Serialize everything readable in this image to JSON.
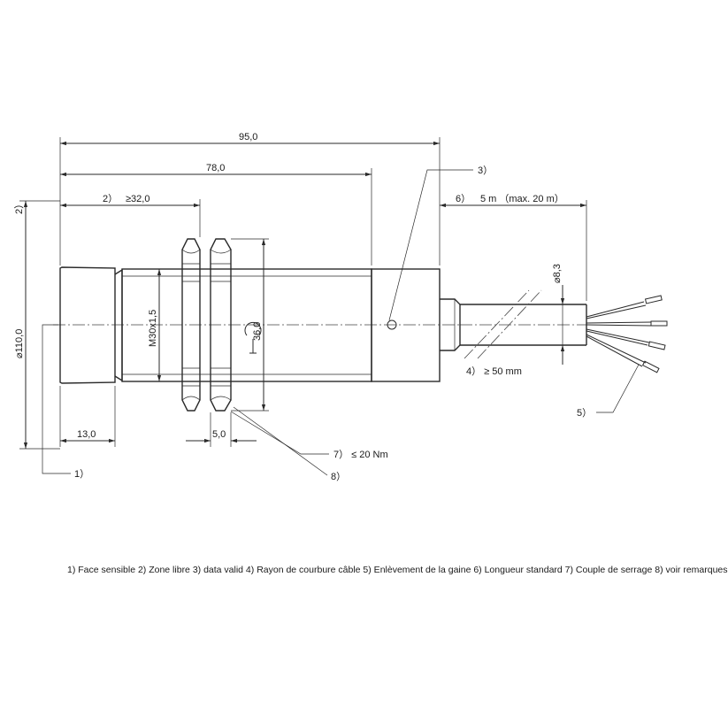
{
  "dimensions": {
    "overall_length": "95,0",
    "housing_length": "78,0",
    "free_zone_ref": "2）",
    "free_zone": "≥32,0",
    "free_zone_diameter_ref": "2）",
    "free_zone_diameter": "⌀110,0",
    "thread": "M30x1,5",
    "nut_width": "36,0",
    "nut_thickness": "5,0",
    "sensing_face_length": "13,0",
    "cable_diameter": "⌀8,3"
  },
  "callouts": {
    "c1": "1）",
    "c3": "3）",
    "c4": "4）  ≥ 50 mm",
    "c5": "5）",
    "c6_ref": "6）",
    "c6_value": "5 m  （max. 20 m）",
    "c7": "7）   ≤ 20 Nm",
    "c8": "8）"
  },
  "legend": "1) Face sensible  2) Zone libre  3) data valid  4) Rayon de courbure câble  5) Enlèvement de la gaine  6) Longueur standard  7) Couple de serrage  8) voir remarques"
}
